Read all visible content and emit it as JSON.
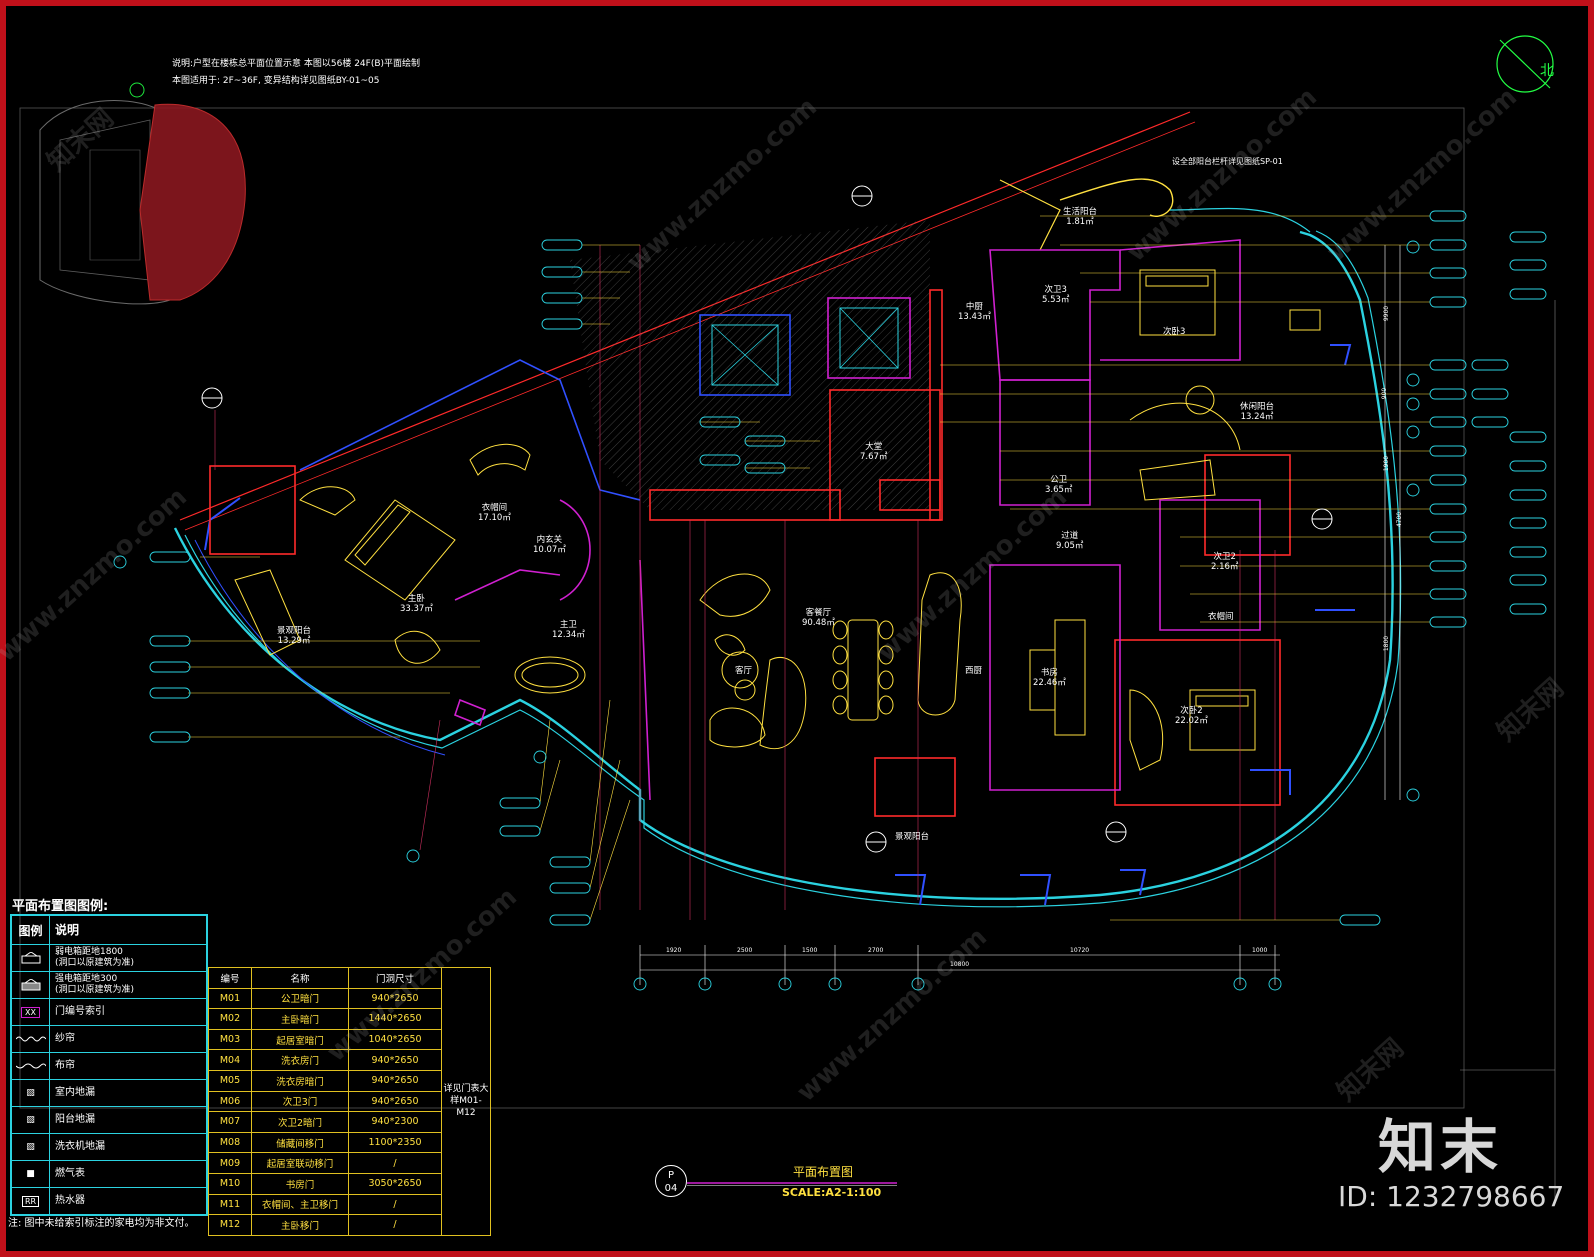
{
  "notes": {
    "top_line1": "说明:户型在楼栋总平面位置示意    本图以56楼 24F(B)平面绘制",
    "top_line2": "本图适用于: 2F~36F, 变异结构详见图纸BY-01~05",
    "balcony_note": "设全部阳台栏杆详见图纸SP-01"
  },
  "north_label": "北",
  "rooms": [
    {
      "name": "主卧",
      "area": "33.37㎡"
    },
    {
      "name": "衣帽间",
      "area": "17.10㎡"
    },
    {
      "name": "内玄关",
      "area": "10.07㎡"
    },
    {
      "name": "主卫",
      "area": "12.34㎡"
    },
    {
      "name": "景观阳台",
      "area": "13.29㎡"
    },
    {
      "name": "客餐厅",
      "area": "90.48㎡"
    },
    {
      "name": "客厅",
      "area": ""
    },
    {
      "name": "西厨",
      "area": ""
    },
    {
      "name": "书房",
      "area": "22.46㎡"
    },
    {
      "name": "次卧2",
      "area": "22.02㎡"
    },
    {
      "name": "次卧3",
      "area": ""
    },
    {
      "name": "中厨",
      "area": "13.43㎡"
    },
    {
      "name": "大堂",
      "area": "7.67㎡"
    },
    {
      "name": "休闲阳台",
      "area": "13.24㎡"
    },
    {
      "name": "过道",
      "area": "9.05㎡"
    },
    {
      "name": "次卫2",
      "area": "2.16㎡"
    },
    {
      "name": "景观阳台",
      "area": ""
    },
    {
      "name": "生活阳台",
      "area": "1.81㎡"
    },
    {
      "name": "次卫3",
      "area": "5.53㎡"
    },
    {
      "name": "公卫",
      "area": "3.65㎡"
    },
    {
      "name": "衣帽间",
      "area": ""
    }
  ],
  "dimensions": [
    "1920",
    "2500",
    "1500",
    "2700",
    "10800",
    "10720",
    "1000",
    "9900",
    "1800",
    "900",
    "1900",
    "4700"
  ],
  "legend": {
    "title": "平面布置图图例:",
    "header": {
      "symbol": "图例",
      "desc": "说明"
    },
    "items": [
      {
        "symbol": "",
        "desc": "弱电箱距地1800\n(洞口以原建筑为准)"
      },
      {
        "symbol": "",
        "desc": "强电箱距地300\n(洞口以原建筑为准)"
      },
      {
        "symbol": "XX",
        "desc": "门编号索引"
      },
      {
        "symbol": "",
        "desc": "纱帘"
      },
      {
        "symbol": "",
        "desc": "布帘"
      },
      {
        "symbol": "▧",
        "desc": "室内地漏"
      },
      {
        "symbol": "▧",
        "desc": "阳台地漏"
      },
      {
        "symbol": "▧",
        "desc": "洗衣机地漏"
      },
      {
        "symbol": "■",
        "desc": "燃气表"
      },
      {
        "symbol": "RR",
        "desc": "热水器"
      }
    ]
  },
  "door_table": {
    "headers": [
      "编号",
      "名称",
      "门洞尺寸"
    ],
    "side_note": "详见门表大样M01-M12",
    "rows": [
      [
        "M01",
        "公卫暗门",
        "940*2650"
      ],
      [
        "M02",
        "主卧暗门",
        "1440*2650"
      ],
      [
        "M03",
        "起居室暗门",
        "1040*2650"
      ],
      [
        "M04",
        "洗衣房门",
        "940*2650"
      ],
      [
        "M05",
        "洗衣房暗门",
        "940*2650"
      ],
      [
        "M06",
        "次卫3门",
        "940*2650"
      ],
      [
        "M07",
        "次卫2暗门",
        "940*2300"
      ],
      [
        "M08",
        "储藏间移门",
        "1100*2350"
      ],
      [
        "M09",
        "起居室联动移门",
        "/"
      ],
      [
        "M10",
        "书房门",
        "3050*2650"
      ],
      [
        "M11",
        "衣帽间、主卫移门",
        "/"
      ],
      [
        "M12",
        "主卧移门",
        "/"
      ]
    ]
  },
  "footnote": "注: 图中未给索引标注的家电均为非文付。",
  "title_block": {
    "sheet_letter": "P",
    "sheet_number": "04",
    "title": "平面布置图",
    "scale": "SCALE:A2-1:100"
  },
  "watermark": {
    "brand": "知末",
    "id": "ID: 1232798667",
    "site": "www.znzmo.com",
    "site_cn": "知末网"
  },
  "colors": {
    "frame": "#c0101a",
    "wall_red": "#ff2a2a",
    "cyan": "#2bd2e0",
    "yellow": "#ffe040",
    "magenta": "#d020d0",
    "blue": "#3050ff",
    "green": "#22ff44"
  }
}
